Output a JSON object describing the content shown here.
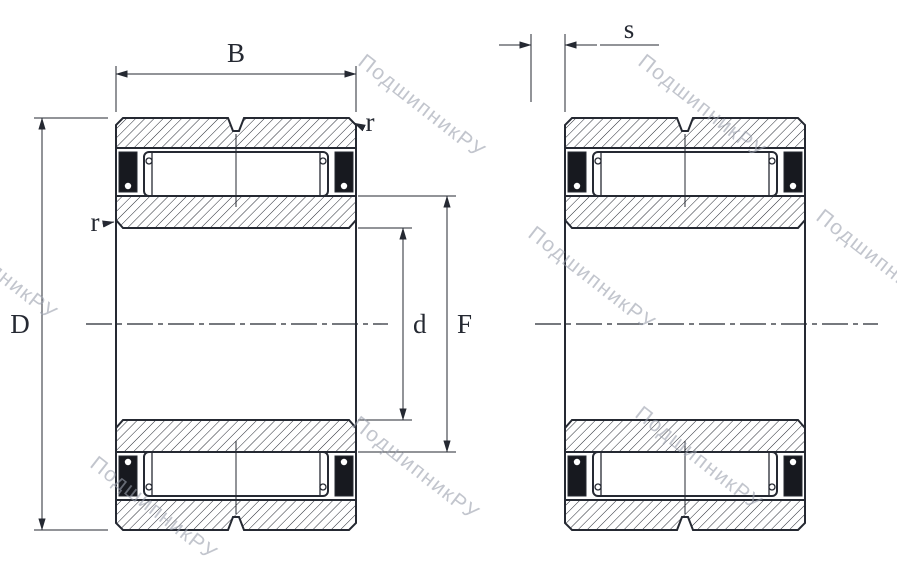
{
  "drawing": {
    "watermark": "ПодшипникРУ",
    "labels": {
      "width_B": "B",
      "outer_diameter_D": "D",
      "bore_diameter_d": "d",
      "inner_raceway_F": "F",
      "chamfer_r_outer": "r",
      "chamfer_r_inner": "r",
      "seal_width_s": "s"
    },
    "colors": {
      "line": "#252932",
      "seal": "#17191f",
      "watermark": "#9aa0ad",
      "background": "#ffffff"
    }
  }
}
